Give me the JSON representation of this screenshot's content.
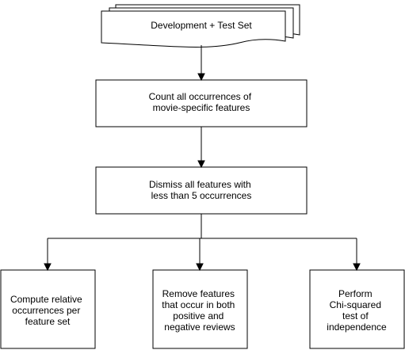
{
  "diagram": {
    "type": "flowchart",
    "nodes": {
      "input_docs": {
        "shape": "multi-document",
        "text": [
          "Development + Test Set"
        ]
      },
      "count_features": {
        "shape": "process",
        "text": [
          "Count all occurrences of",
          "movie-specific features"
        ]
      },
      "dismiss_features": {
        "shape": "process",
        "text": [
          "Dismiss all features with",
          "less than 5 occurrences"
        ]
      },
      "compute_relative": {
        "shape": "process",
        "text": [
          "Compute relative",
          "occurrences per",
          "feature set"
        ]
      },
      "remove_features": {
        "shape": "process",
        "text": [
          "Remove features",
          "that occur in both",
          "positive and",
          "negative reviews"
        ]
      },
      "chi_squared": {
        "shape": "process",
        "text": [
          "Perform",
          "Chi-squared",
          "test of",
          "independence"
        ]
      }
    },
    "edges": [
      {
        "from": "input_docs",
        "to": "count_features"
      },
      {
        "from": "count_features",
        "to": "dismiss_features"
      },
      {
        "from": "dismiss_features",
        "to": "compute_relative"
      },
      {
        "from": "dismiss_features",
        "to": "remove_features"
      },
      {
        "from": "dismiss_features",
        "to": "chi_squared"
      }
    ],
    "colors": {
      "stroke": "#000000",
      "fill": "#ffffff",
      "text": "#000000"
    }
  }
}
